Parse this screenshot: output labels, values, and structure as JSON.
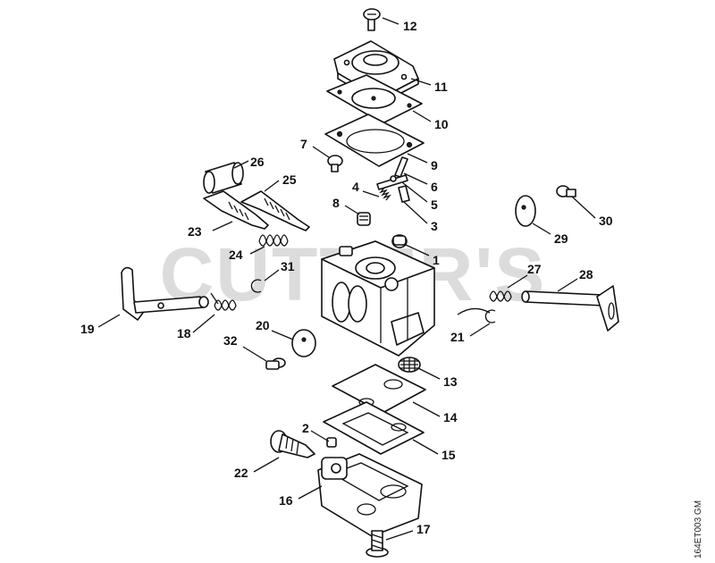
{
  "watermark": "CUTTER'S",
  "drawing_code": "164ET003 GM",
  "callouts": [
    {
      "id": "12",
      "label": "12"
    },
    {
      "id": "11",
      "label": "11"
    },
    {
      "id": "10",
      "label": "10"
    },
    {
      "id": "7",
      "label": "7"
    },
    {
      "id": "9",
      "label": "9"
    },
    {
      "id": "26",
      "label": "26"
    },
    {
      "id": "25",
      "label": "25"
    },
    {
      "id": "6",
      "label": "6"
    },
    {
      "id": "4",
      "label": "4"
    },
    {
      "id": "5",
      "label": "5"
    },
    {
      "id": "8",
      "label": "8"
    },
    {
      "id": "3",
      "label": "3"
    },
    {
      "id": "23",
      "label": "23"
    },
    {
      "id": "30",
      "label": "30"
    },
    {
      "id": "24",
      "label": "24"
    },
    {
      "id": "29",
      "label": "29"
    },
    {
      "id": "1",
      "label": "1"
    },
    {
      "id": "31",
      "label": "31"
    },
    {
      "id": "27",
      "label": "27"
    },
    {
      "id": "28",
      "label": "28"
    },
    {
      "id": "19",
      "label": "19"
    },
    {
      "id": "20",
      "label": "20"
    },
    {
      "id": "18",
      "label": "18"
    },
    {
      "id": "21",
      "label": "21"
    },
    {
      "id": "32",
      "label": "32"
    },
    {
      "id": "13",
      "label": "13"
    },
    {
      "id": "14",
      "label": "14"
    },
    {
      "id": "2",
      "label": "2"
    },
    {
      "id": "15",
      "label": "15"
    },
    {
      "id": "22",
      "label": "22"
    },
    {
      "id": "16",
      "label": "16"
    },
    {
      "id": "17",
      "label": "17"
    }
  ]
}
